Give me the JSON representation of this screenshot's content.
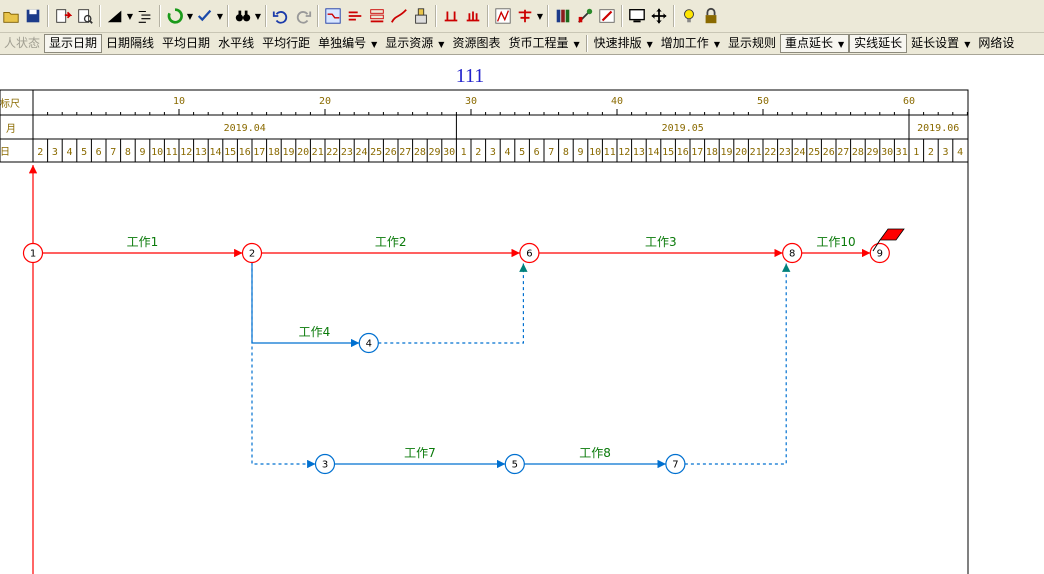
{
  "toolbar": {
    "icons": [
      "open-folder",
      "save",
      "export",
      "print-preview",
      "draw-line",
      "outline",
      "refresh",
      "check",
      "binoculars",
      "undo",
      "redo",
      "show-network",
      "gantt",
      "bars",
      "curve",
      "resource",
      "split-a",
      "split-b",
      "zigzag",
      "dropdown",
      "books",
      "tools",
      "edit",
      "monitor",
      "move",
      "bulb",
      "lock"
    ]
  },
  "menu": {
    "items": [
      {
        "label": "人状态",
        "state": "disabled",
        "arrow": false
      },
      {
        "label": "显示日期",
        "state": "pressed",
        "arrow": false
      },
      {
        "label": "日期隔线",
        "state": "normal",
        "arrow": false
      },
      {
        "label": "平均日期",
        "state": "normal",
        "arrow": false
      },
      {
        "label": "水平线",
        "state": "normal",
        "arrow": false
      },
      {
        "label": "平均行距",
        "state": "normal",
        "arrow": false
      },
      {
        "label": "单独编号",
        "state": "normal",
        "arrow": true
      },
      {
        "label": "显示资源",
        "state": "normal",
        "arrow": true
      },
      {
        "label": "资源图表",
        "state": "normal",
        "arrow": false
      },
      {
        "label": "货币工程量",
        "state": "normal",
        "arrow": true
      },
      {
        "label": "快速排版",
        "state": "normal",
        "arrow": true
      },
      {
        "label": "增加工作",
        "state": "normal",
        "arrow": true
      },
      {
        "label": "显示规则",
        "state": "normal",
        "arrow": false
      },
      {
        "label": "重点延长",
        "state": "pressed",
        "arrow": true
      },
      {
        "label": "实线延长",
        "state": "pressed",
        "arrow": false
      },
      {
        "label": "延长设置",
        "state": "normal",
        "arrow": true
      },
      {
        "label": "网络设",
        "state": "normal",
        "arrow": false
      }
    ]
  },
  "chart": {
    "title": "111",
    "row_labels": {
      "ruler": "标尺",
      "month": "月",
      "day": "日"
    },
    "ruler_marks": [
      "10",
      "20",
      "30",
      "40",
      "50",
      "60"
    ],
    "ruler_values": [
      10,
      20,
      30,
      40,
      50,
      60
    ],
    "months": [
      {
        "label": "2019.04",
        "start": 0,
        "days": 29
      },
      {
        "label": "2019.05",
        "start": 29,
        "days": 31
      },
      {
        "label": "2019.06",
        "start": 60,
        "days": 4
      }
    ],
    "days": [
      "2",
      "3",
      "4",
      "5",
      "6",
      "7",
      "8",
      "9",
      "10",
      "11",
      "12",
      "13",
      "14",
      "15",
      "16",
      "17",
      "18",
      "19",
      "20",
      "21",
      "22",
      "23",
      "24",
      "25",
      "26",
      "27",
      "28",
      "29",
      "30",
      "1",
      "2",
      "3",
      "4",
      "5",
      "6",
      "7",
      "8",
      "9",
      "10",
      "11",
      "12",
      "13",
      "14",
      "15",
      "16",
      "17",
      "18",
      "19",
      "20",
      "21",
      "22",
      "23",
      "24",
      "25",
      "26",
      "27",
      "28",
      "29",
      "30",
      "31",
      "1",
      "2",
      "3",
      "4"
    ],
    "nodes": [
      {
        "id": "1",
        "day": 0,
        "lane": 0,
        "critical": true
      },
      {
        "id": "2",
        "day": 15,
        "lane": 0,
        "critical": true
      },
      {
        "id": "6",
        "day": 34,
        "lane": 0,
        "critical": true
      },
      {
        "id": "8",
        "day": 52,
        "lane": 0,
        "critical": true
      },
      {
        "id": "9",
        "day": 58,
        "lane": 0,
        "critical": true
      },
      {
        "id": "4",
        "day": 23,
        "lane": 1,
        "critical": false
      },
      {
        "id": "3",
        "day": 20,
        "lane": 2,
        "critical": false
      },
      {
        "id": "5",
        "day": 33,
        "lane": 2,
        "critical": false
      },
      {
        "id": "7",
        "day": 44,
        "lane": 2,
        "critical": false
      }
    ],
    "activities": [
      {
        "label": "工作1",
        "from": "1",
        "to": "2",
        "critical": true
      },
      {
        "label": "工作2",
        "from": "2",
        "to": "6",
        "critical": true
      },
      {
        "label": "工作3",
        "from": "6",
        "to": "8",
        "critical": true
      },
      {
        "label": "工作10",
        "from": "8",
        "to": "9",
        "critical": true
      },
      {
        "label": "工作4",
        "from": "2",
        "to": "4",
        "critical": false
      },
      {
        "label": "",
        "from": "2",
        "to": "3",
        "critical": false
      },
      {
        "label": "工作7",
        "from": "3",
        "to": "5",
        "critical": false
      },
      {
        "label": "工作8",
        "from": "5",
        "to": "7",
        "critical": false
      }
    ],
    "dummies": [
      {
        "from": "4",
        "to": "6"
      },
      {
        "from": "7",
        "to": "8"
      }
    ],
    "colors": {
      "critical": "#ff0000",
      "normal": "#0070d0",
      "label": "#0a7a0a",
      "header": "#8a6a00",
      "title": "#2222cc"
    }
  }
}
